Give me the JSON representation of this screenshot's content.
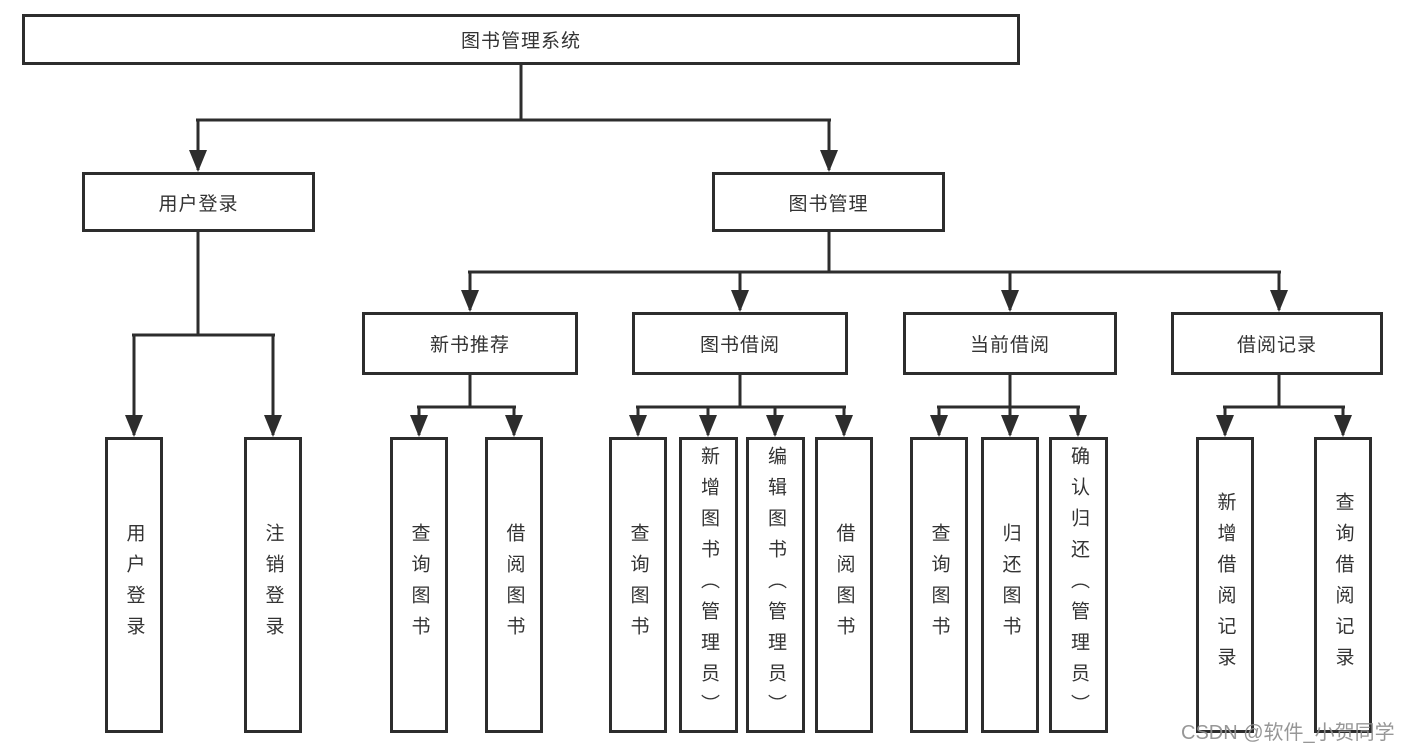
{
  "tree": {
    "label": "图书管理系统",
    "children": [
      {
        "label": "用户登录",
        "children": [
          {
            "label": "用户登录"
          },
          {
            "label": "注销登录"
          }
        ]
      },
      {
        "label": "图书管理",
        "children": [
          {
            "label": "新书推荐",
            "children": [
              {
                "label": "查询图书"
              },
              {
                "label": "借阅图书"
              }
            ]
          },
          {
            "label": "图书借阅",
            "children": [
              {
                "label": "查询图书"
              },
              {
                "label": "新增图书（管理员）"
              },
              {
                "label": "编辑图书（管理员）"
              },
              {
                "label": "借阅图书"
              }
            ]
          },
          {
            "label": "当前借阅",
            "children": [
              {
                "label": "查询图书"
              },
              {
                "label": "归还图书"
              },
              {
                "label": "确认归还（管理员）"
              }
            ]
          },
          {
            "label": "借阅记录",
            "children": [
              {
                "label": "新增借阅记录"
              },
              {
                "label": "查询借阅记录"
              }
            ]
          }
        ]
      }
    ]
  },
  "watermark": {
    "text": "CSDN @软件_小贺同学"
  },
  "colors": {
    "line": "#2d2d2d",
    "text": "#333333",
    "watermark": "#8f8f8f",
    "background": "#ffffff"
  }
}
